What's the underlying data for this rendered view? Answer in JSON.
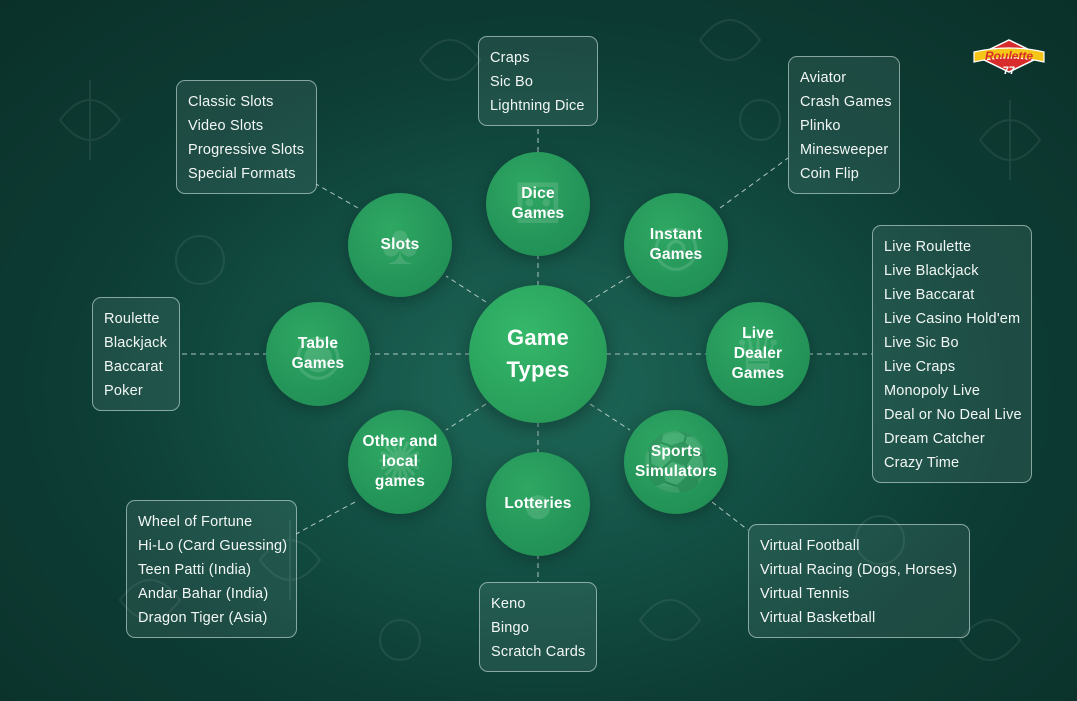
{
  "logo": {
    "text_top": "Roulette",
    "text_bottom": "77",
    "colors": {
      "primary": "#f5c518",
      "accent": "#d82c2c",
      "outline": "#ffffff"
    }
  },
  "center": {
    "label": "Game\nTypes"
  },
  "categories": [
    {
      "id": "dice",
      "label": "Dice\nGames",
      "icon": "dice-icon",
      "items": [
        "Craps",
        "Sic Bo",
        "Lightning Dice"
      ]
    },
    {
      "id": "instant",
      "label": "Instant\nGames",
      "icon": "wheel-icon",
      "items": [
        "Aviator",
        "Crash Games",
        "Plinko",
        "Minesweeper",
        "Coin Flip"
      ]
    },
    {
      "id": "live",
      "label": "Live\nDealer\nGames",
      "icon": "dealer-icon",
      "items": [
        "Live Roulette",
        "Live Blackjack",
        "Live Baccarat",
        "Live Casino Hold'em",
        "Live Sic Bo",
        "Live Craps",
        "Monopoly Live",
        "Deal or No Deal Live",
        "Dream Catcher",
        "Crazy Time"
      ]
    },
    {
      "id": "sports",
      "label": "Sports\nSimulators",
      "icon": "ball-icon",
      "items": [
        "Virtual Football",
        "Virtual Racing (Dogs, Horses)",
        "Virtual Tennis",
        "Virtual Basketball"
      ]
    },
    {
      "id": "lotteries",
      "label": "Lotteries",
      "icon": "lottery-ball-icon",
      "items": [
        "Keno",
        "Bingo",
        "Scratch Cards"
      ]
    },
    {
      "id": "other",
      "label": "Other and\nlocal\ngames",
      "icon": "fortune-wheel-icon",
      "items": [
        "Wheel of Fortune",
        "Hi-Lo (Card Guessing)",
        "Teen Patti (India)",
        "Andar Bahar (India)",
        "Dragon Tiger (Asia)"
      ]
    },
    {
      "id": "table",
      "label": "Table\nGames",
      "icon": "chip-icon",
      "items": [
        "Roulette",
        "Blackjack",
        "Baccarat",
        "Poker"
      ]
    },
    {
      "id": "slots",
      "label": "Slots",
      "icon": "cherry-icon",
      "items": [
        "Classic Slots",
        "Video Slots",
        "Progressive Slots",
        "Special Formats"
      ]
    }
  ],
  "colors": {
    "node_green": "#25965a",
    "background": "#145246",
    "line": "#c9dcd6"
  }
}
